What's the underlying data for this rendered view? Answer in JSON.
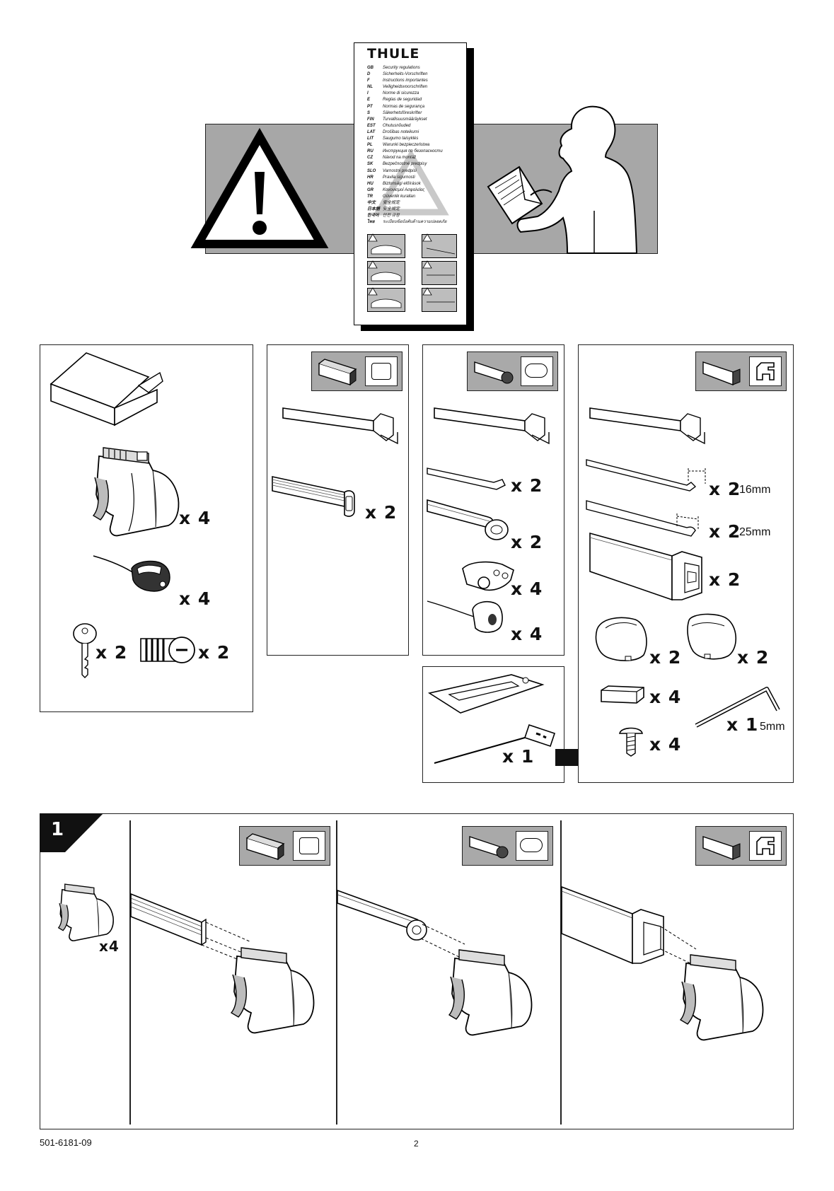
{
  "brand": "THULE",
  "manual": {
    "languages": [
      {
        "code": "GB",
        "text": "Security regulations"
      },
      {
        "code": "D",
        "text": "Sicherheits-Vorschriften"
      },
      {
        "code": "F",
        "text": "Instructions importantes"
      },
      {
        "code": "NL",
        "text": "Veiligheidsvoorschriften"
      },
      {
        "code": "I",
        "text": "Norme di sicurezza"
      },
      {
        "code": "E",
        "text": "Reglas de seguridad"
      },
      {
        "code": "PT",
        "text": "Normas de segurança"
      },
      {
        "code": "S",
        "text": "Säkerhetsföreskrifter"
      },
      {
        "code": "FIN",
        "text": "Turvallisuusmääräykset"
      },
      {
        "code": "EST",
        "text": "Ohutusnõuded"
      },
      {
        "code": "LAT",
        "text": "Drošības noteikumi"
      },
      {
        "code": "LIT",
        "text": "Saugumo taisyklės"
      },
      {
        "code": "PL",
        "text": "Warunki bezpieczeństwa"
      },
      {
        "code": "RU",
        "text": "Инструкция по безопасности"
      },
      {
        "code": "CZ",
        "text": "Návod na montáž"
      },
      {
        "code": "SK",
        "text": "Bezpečnostné predpisy"
      },
      {
        "code": "SLO",
        "text": "Varnostni predpisi"
      },
      {
        "code": "HR",
        "text": "Pravila sigurnosti"
      },
      {
        "code": "HU",
        "text": "Biztonsági előírások"
      },
      {
        "code": "GR",
        "text": "Κανονισμοί Ασφαλείας"
      },
      {
        "code": "TR",
        "text": "Güvenlik kuralları"
      },
      {
        "code": "中文",
        "text": "安全规定"
      },
      {
        "code": "日本語",
        "text": "安全規定"
      },
      {
        "code": "한국어",
        "text": "안전 규정"
      },
      {
        "code": "ไทย",
        "text": "ระเบียบข้อบังคับด้านความปลอดภัย"
      }
    ]
  },
  "parts": {
    "footpack": {
      "foot_qty": "x 4",
      "cover_qty": "x 4",
      "key_qty": "x 2",
      "lock_qty": "x 2"
    },
    "squarebar": {
      "bar_qty": "x 2"
    },
    "wingbar": {
      "strip_qty": "x 2",
      "bar_qty": "x 2",
      "adapter_qty": "x 4",
      "cap_qty": "x 4"
    },
    "slidebar": {
      "strip16_qty": "x 2",
      "strip16_size": "16mm",
      "strip25_qty": "x 2",
      "strip25_size": "25mm",
      "bar_qty": "x 2",
      "cap_left_qty": "x 2",
      "cap_right_qty": "x 2",
      "pad_qty": "x 4",
      "key_qty": "x 1",
      "key_size": "5mm",
      "screw_qty": "x 4"
    },
    "tool": {
      "qty": "x 1"
    }
  },
  "step": {
    "number": "1",
    "foot_qty": "x4"
  },
  "footer": {
    "doc_number": "501-6181-09",
    "page_number": "2"
  }
}
